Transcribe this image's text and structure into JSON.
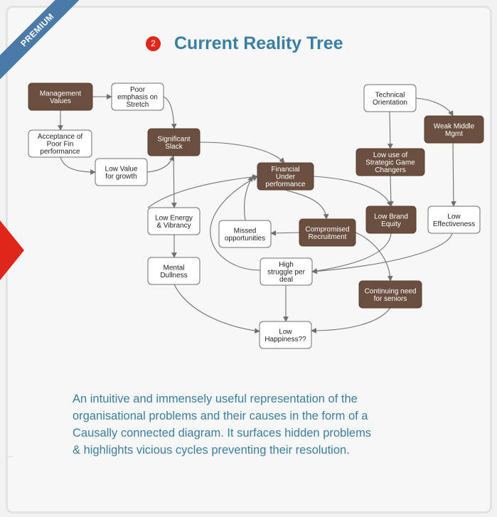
{
  "badge": {
    "label": "PREMIUM"
  },
  "header": {
    "number": "2",
    "title": "Current Reality Tree"
  },
  "colors": {
    "accent_red": "#e0251b",
    "title_blue": "#3a7ea1",
    "node_dark": "#6a4e3f",
    "ribbon_blue": "#4a7aa8"
  },
  "diagram": {
    "nodes": [
      {
        "id": "management-values",
        "lines": [
          "Management",
          "Values"
        ],
        "style": "dark"
      },
      {
        "id": "poor-emphasis-on-stretch",
        "lines": [
          "Poor",
          "emphasis on",
          "Stretch"
        ],
        "style": "light"
      },
      {
        "id": "acceptance-of-poor-fin-performance",
        "lines": [
          "Acceptance of",
          "Poor Fin",
          "performance"
        ],
        "style": "light"
      },
      {
        "id": "significant-slack",
        "lines": [
          "Significant",
          "Slack"
        ],
        "style": "dark"
      },
      {
        "id": "low-value-for-growth",
        "lines": [
          "Low  Value",
          "for growth"
        ],
        "style": "light"
      },
      {
        "id": "financial-under-performance",
        "lines": [
          "Financial",
          "Under",
          "performance"
        ],
        "style": "dark"
      },
      {
        "id": "technical-orientation",
        "lines": [
          "Technical",
          "Orientation"
        ],
        "style": "light"
      },
      {
        "id": "weak-middle-mgmt",
        "lines": [
          "Weak Middle",
          "Mgmt"
        ],
        "style": "dark"
      },
      {
        "id": "low-use-of-strategic-game-changers",
        "lines": [
          "Low use of",
          "Strategic Game",
          "Changers"
        ],
        "style": "dark"
      },
      {
        "id": "low-energy-vibrancy",
        "lines": [
          "Low Energy",
          "& Vibrancy"
        ],
        "style": "light"
      },
      {
        "id": "missed-opportunities",
        "lines": [
          "Missed",
          "opportunities"
        ],
        "style": "light"
      },
      {
        "id": "compromised-recruitment",
        "lines": [
          "Compromised",
          "Recruitment"
        ],
        "style": "dark"
      },
      {
        "id": "low-brand-equity",
        "lines": [
          "Low Brand",
          "Equity"
        ],
        "style": "dark"
      },
      {
        "id": "low-effectiveness",
        "lines": [
          "Low",
          "Effectiveness"
        ],
        "style": "light"
      },
      {
        "id": "mental-dullness",
        "lines": [
          "Mental",
          "Dullness"
        ],
        "style": "light"
      },
      {
        "id": "high-struggle-per-deal",
        "lines": [
          "High",
          "struggle per",
          "deal"
        ],
        "style": "light"
      },
      {
        "id": "continuing-need-for-seniors",
        "lines": [
          "Continuing need",
          "for seniors"
        ],
        "style": "dark"
      },
      {
        "id": "low-happiness",
        "lines": [
          "Low",
          "Happiness??"
        ],
        "style": "light"
      }
    ]
  },
  "description": {
    "lines": [
      "An intuitive and immensely useful representation of the",
      "organisational problems and their causes in the form of a",
      "Causally connected diagram.  It surfaces hidden problems",
      "& highlights vicious cycles preventing their resolution."
    ]
  }
}
